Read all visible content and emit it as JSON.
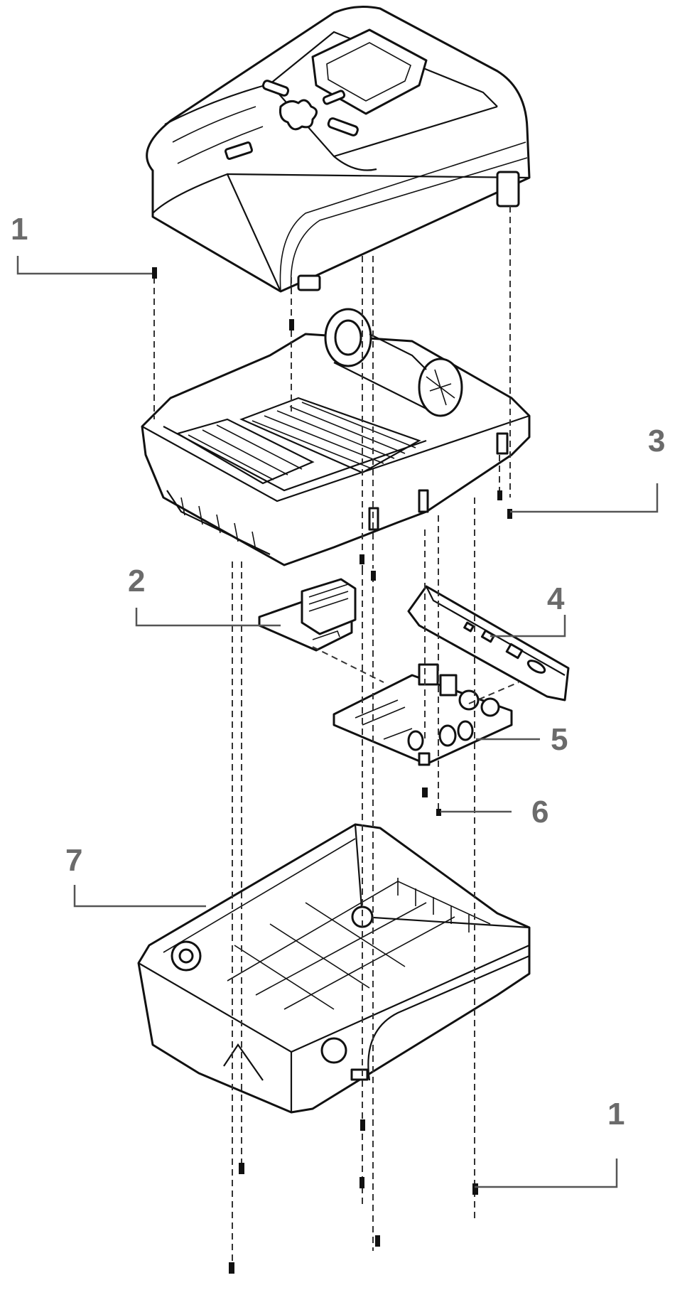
{
  "callouts": [
    {
      "id": "top-screw",
      "label": "1"
    },
    {
      "id": "interface-board",
      "label": "2"
    },
    {
      "id": "mech-screw",
      "label": "3"
    },
    {
      "id": "bracket",
      "label": "4"
    },
    {
      "id": "main-board",
      "label": "5"
    },
    {
      "id": "board-screw",
      "label": "6"
    },
    {
      "id": "bottom-case",
      "label": "7"
    },
    {
      "id": "bottom-screw",
      "label": "1"
    }
  ]
}
